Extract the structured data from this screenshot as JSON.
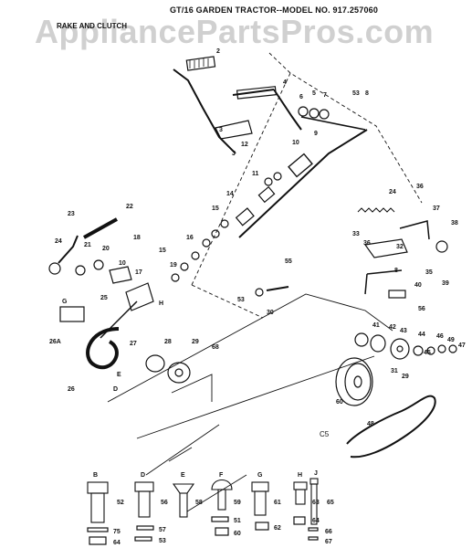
{
  "header": {
    "title": "GT/16 GARDEN TRACTOR--MODEL NO. 917.257060",
    "section": "RAKE AND CLUTCH",
    "watermark": "AppliancePartsPros.com"
  },
  "colors": {
    "ink": "#111111",
    "watermark": "#9a9a9a",
    "background": "#ffffff"
  },
  "callouts": {
    "c2": "2",
    "c3": "3",
    "c4": "4",
    "c5": "5",
    "c6": "6",
    "c7": "7",
    "c8": "8",
    "c9": "9",
    "c10": "10",
    "c11": "11",
    "c12": "12",
    "c14": "14",
    "c15a": "15",
    "c15b": "15",
    "c15c": "15",
    "c16": "16",
    "c17": "17",
    "c18": "18",
    "c19": "19",
    "c20": "20",
    "c21": "21",
    "c22": "22",
    "c23": "23",
    "c24a": "24",
    "c24b": "24",
    "c25": "25",
    "c26": "26",
    "c26a": "26A",
    "c27": "27",
    "c28": "28",
    "c29a": "29",
    "c29b": "29",
    "c30": "30",
    "c31": "31",
    "c32": "32",
    "c33": "33",
    "c35": "35",
    "c36a": "36",
    "c36b": "36",
    "c37": "37",
    "c38": "38",
    "c39": "39",
    "c40": "40",
    "c41": "41",
    "c42": "42",
    "c43": "43",
    "c44": "44",
    "c45": "45",
    "c46": "46",
    "c47": "47",
    "c48": "48",
    "c49": "49",
    "c53": "53",
    "c53b": "53",
    "c55": "55",
    "c56": "56",
    "c60": "60",
    "c68": "68",
    "c8b": "8",
    "cG": "G",
    "cE": "E",
    "cD": "D",
    "cH": "H",
    "cJ": "J",
    "cC5": "C5"
  },
  "hardware": {
    "letters": [
      "B",
      "D",
      "E",
      "F",
      "G",
      "H",
      "J"
    ],
    "bolt_numbers": [
      "52",
      "56",
      "58",
      "59",
      "61",
      "63",
      "65"
    ],
    "small": {
      "b1": "75",
      "b2": "64",
      "d1": "57",
      "d2": "53",
      "f1": "51",
      "f2": "60",
      "g1": "62",
      "h1": "64",
      "j1": "66",
      "j2": "67"
    }
  }
}
